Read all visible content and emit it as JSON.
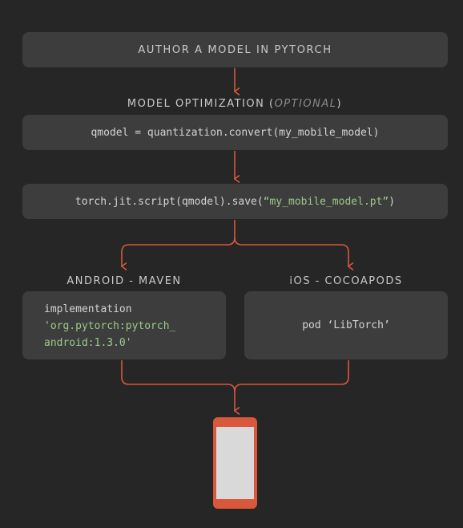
{
  "steps": {
    "author": "AUTHOR A MODEL IN PYTORCH",
    "optimization_label": "MODEL OPTIMIZATION",
    "optimization_optional": "OPTIONAL",
    "quantize_code": "qmodel = quantization.convert(my_mobile_model)",
    "script_code_prefix": "torch.jit.script(qmodel).save(",
    "script_code_string": "“my_mobile_model.pt”",
    "script_code_suffix": ")"
  },
  "android": {
    "label": "ANDROID - MAVEN",
    "line1": "implementation",
    "line2": "'org.pytorch:pytorch_",
    "line3": "android:1.3.0'"
  },
  "ios": {
    "label": "iOS - COCOAPODS",
    "code": "pod ‘LibTorch’"
  },
  "colors": {
    "background": "#262626",
    "box": "#3d3d3d",
    "arrow": "#d9573a",
    "string": "#9cc98a",
    "phone_body": "#d9573a",
    "phone_screen": "#d9d9d9"
  }
}
